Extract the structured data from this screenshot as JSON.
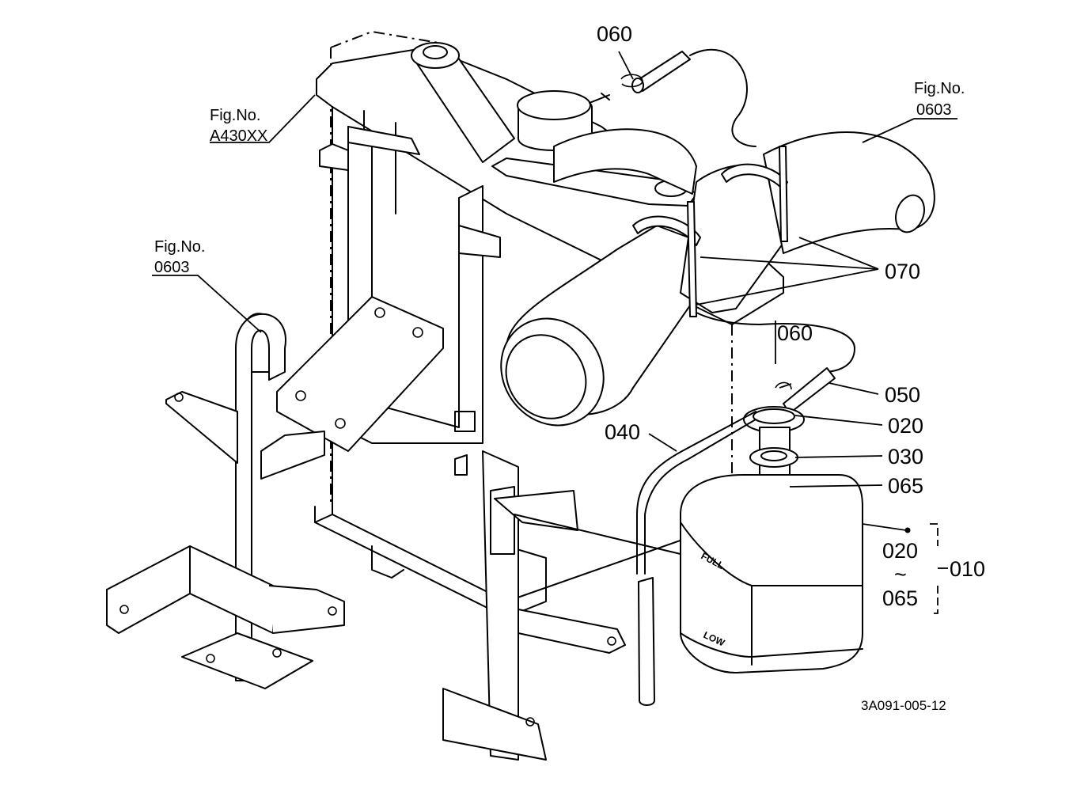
{
  "labels": {
    "top_060": "060",
    "fig_a430_line1": "Fig.No.",
    "fig_a430_line2": "A430XX",
    "fig_0603_right_line1": "Fig.No.",
    "fig_0603_right_line2": "0603",
    "fig_0603_left_line1": "Fig.No.",
    "fig_0603_left_line2": "0603",
    "part_070": "070",
    "mid_060": "060",
    "part_050": "050",
    "part_020": "020",
    "part_030": "030",
    "part_065": "065",
    "part_040": "040",
    "range_start": "020",
    "range_tilde": "~",
    "range_end": "065",
    "part_010": "010",
    "tank_full": "FULL",
    "tank_low": "LOW",
    "drawing_code": "3A091-005-12"
  }
}
